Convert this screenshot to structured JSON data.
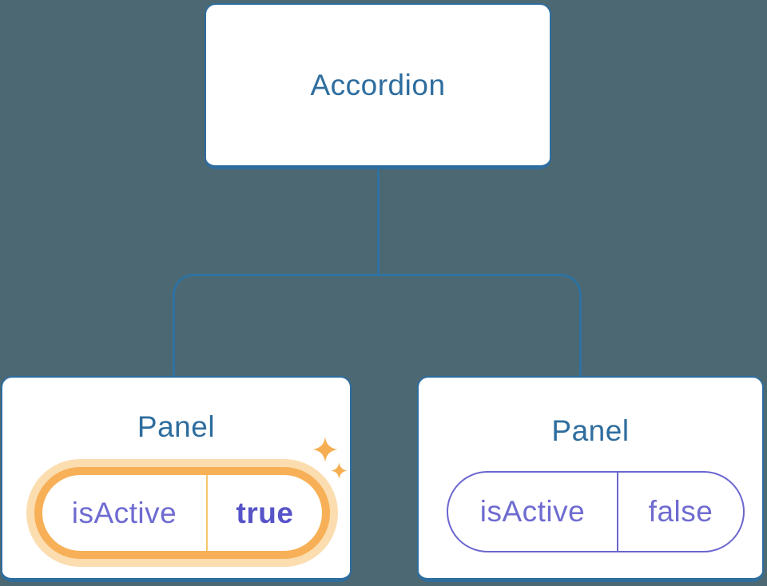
{
  "colors": {
    "background": "#4C6872",
    "node_fill": "#FFFFFF",
    "node_border_blue": "#2E6D9E",
    "label_blue": "#2E6D9E",
    "connector_blue": "#2E72A3",
    "state_purple": "#6F6BD0",
    "state_purple_bold": "#5753C8",
    "state_border_purple": "#6B66CE",
    "highlight_orange": "#F7B057",
    "highlight_glow": "#FBDDB0",
    "highlight_divider": "#F9C66F",
    "sparkle_orange": "#F5AF52"
  },
  "tree": {
    "root": {
      "label": "Accordion"
    },
    "children": [
      {
        "label": "Panel",
        "state": {
          "key": "isActive",
          "value": "true",
          "highlighted": true
        }
      },
      {
        "label": "Panel",
        "state": {
          "key": "isActive",
          "value": "false",
          "highlighted": false
        }
      }
    ]
  },
  "icons": [
    {
      "name": "sparkle-large-icon",
      "glyph": "✦"
    },
    {
      "name": "sparkle-small-icon",
      "glyph": "✦"
    }
  ]
}
